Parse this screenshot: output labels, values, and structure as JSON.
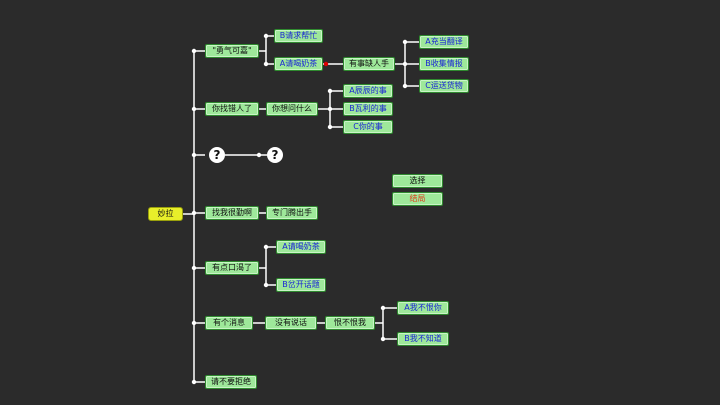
{
  "root": "妙拉",
  "branches": {
    "courage": "\"勇气可嘉\"",
    "ask_help": "B请求帮忙",
    "treat_tea": "A请喝奶茶",
    "need_hand": "有事缺人手",
    "translator": "A充当翻译",
    "intel": "B收集情报",
    "deliver": "C运送货物",
    "wrong_person": "你找错人了",
    "what_ask": "你想问什么",
    "chenchen": "A辰辰的事",
    "wali": "B瓦利的事",
    "yours": "C你的事",
    "unknown_1": "?",
    "unknown_2": "?",
    "find_work": "找我很勤啊",
    "special_trip": "专门腾出手",
    "thirsty": "有点口渴了",
    "tea_again": "A请喝奶茶",
    "change_topic": "B岔开话题",
    "news": "有个消息",
    "silent": "没有说话",
    "hate_me": "恨不恨我",
    "not_hate": "A我不恨你",
    "dont_know": "B我不知道",
    "refuse": "请不要拒绝"
  },
  "legend": {
    "choice": "选择",
    "ending": "结局"
  }
}
